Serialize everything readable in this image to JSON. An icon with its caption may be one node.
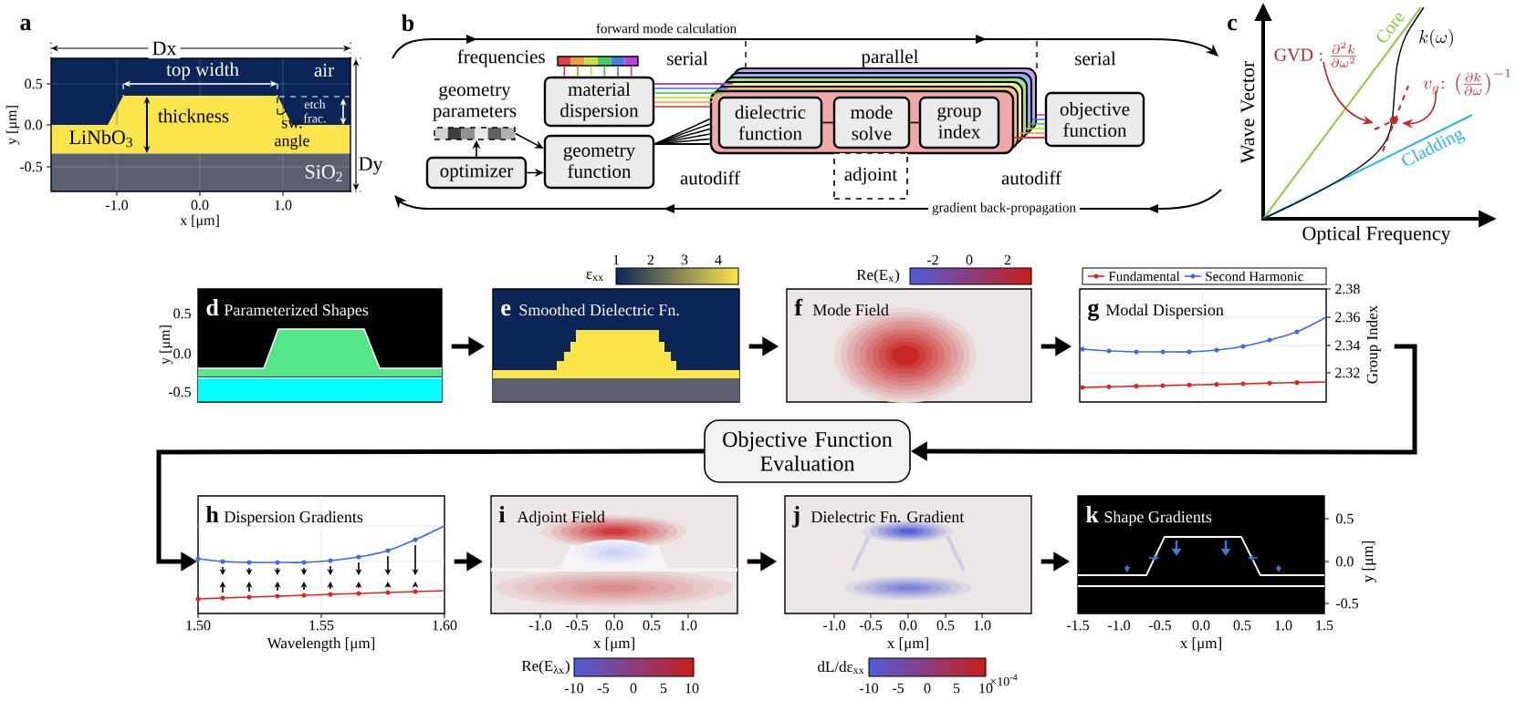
{
  "diagram": {
    "nodes": [
      {
        "text": [
          "geometry parameters"
        ]
      },
      {
        "text": [
          "optimizer"
        ]
      },
      {
        "text": [
          "frequencies"
        ]
      },
      {
        "text": [
          "material dispersion"
        ]
      },
      {
        "text": [
          "geometry function"
        ]
      },
      {
        "text": [],
        "shape": "box"
      },
      {
        "text": [
          "dielectric function"
        ],
        "in": 5
      },
      {
        "text": [
          "mode solve"
        ],
        "in": 5
      },
      {
        "text": [
          "group index"
        ],
        "in": 5
      },
      {
        "text": [
          "objective function"
        ]
      },
      {
        "text": [
          "adjoint"
        ]
      },
      {
        "text": [
          "d",
          "Parameterized Shapes"
        ]
      },
      {
        "text": [
          "e",
          "Smoothed Dielectric Fn."
        ]
      },
      {
        "text": [
          "f",
          "Mode Field"
        ]
      },
      {
        "text": [
          "g",
          "Modal Dispersion"
        ]
      },
      {
        "text": [
          "Objective Function Evaluation"
        ]
      },
      {
        "text": [
          "h",
          "Dispersion Gradients"
        ]
      },
      {
        "text": [
          "i",
          "Adjoint Field"
        ]
      },
      {
        "text": [
          "j",
          "Dielectric Fn. Gradient"
        ]
      },
      {
        "text": [
          "k",
          "Shape Gradients"
        ]
      }
    ],
    "edges": [
      {
        "from": 1,
        "to": 0,
        "arrow": "to"
      },
      {
        "from": 0,
        "to": 4,
        "arrow": "to"
      },
      {
        "from": 1,
        "to": 4,
        "arrow": "to"
      },
      {
        "from": 2,
        "to": 3,
        "arrow": "none",
        "color": "#e8a040"
      },
      {
        "from": 3,
        "to": 5,
        "arrow": "none",
        "color": "#b040e0"
      },
      {
        "from": 4,
        "to": 5,
        "arrow": "none"
      },
      {
        "from": 6,
        "to": 7,
        "arrow": "none"
      },
      {
        "from": 7,
        "to": 8,
        "arrow": "none"
      },
      {
        "from": 5,
        "to": 9,
        "arrow": "none",
        "color": "#e03030"
      },
      {
        "from": 11,
        "to": 12,
        "arrow": "to",
        "style": "thick"
      },
      {
        "from": 12,
        "to": 13,
        "arrow": "to",
        "style": "thick"
      },
      {
        "from": 13,
        "to": 14,
        "arrow": "to",
        "style": "thick"
      },
      {
        "from": 14,
        "to": 15,
        "arrow": "to",
        "style": "thick"
      },
      {
        "from": 15,
        "to": 16,
        "arrow": "to",
        "style": "thick"
      },
      {
        "from": 16,
        "to": 17,
        "arrow": "to",
        "style": "thick"
      },
      {
        "from": 17,
        "to": 18,
        "arrow": "to",
        "style": "thick"
      },
      {
        "from": 18,
        "to": 19,
        "arrow": "to",
        "style": "thick"
      }
    ],
    "labels": [
      "a",
      "Dx",
      "top width",
      "air",
      "thickness",
      "etch frac.",
      "LiNbO$_{3}$",
      "sw. angle",
      "SiO$_{2}$",
      "Dy",
      "0.5",
      "0.0",
      "-0.5",
      "y [μm]",
      "-1.0",
      "0.0",
      "1.0",
      "x [μm]",
      "b",
      "forward mode calculation",
      "serial",
      "parallel",
      "serial",
      "autodiff",
      "autodiff",
      "gradient back-propagation",
      "c",
      "Core",
      "k(\\omega)",
      "\\mathrm{GVD:}\\;\\frac{\\partial^{2}k}{\\partial\\omega^{2}}",
      "v_{g}\\mathrm{:}\\;\\left(\\frac{\\partial k}{\\partial\\omega}\\right)^{-1}",
      "Cladding",
      "Wave Vector",
      "Optical Frequency",
      "0.5",
      "0.0",
      "-0.5",
      "y [μm]",
      "ε$_{xx}$",
      "1",
      "2",
      "3",
      "4",
      "Re(E$_{x}$)",
      "-2",
      "0",
      "2",
      "2.38",
      "2.36",
      "2.34",
      "2.32",
      "Group Index",
      "1.50",
      "1.55",
      "1.60",
      "Wavelength [μm]",
      "-1.0",
      "-0.5",
      "0.0",
      "0.5",
      "1.0",
      "x [μm]",
      "Re(E$_{λx}$)",
      "-10",
      "-5",
      "0",
      "5",
      "10",
      "-1.0",
      "-0.5",
      "0.0",
      "0.5",
      "1.0",
      "x [μm]",
      "dL/dε$_{xx}$",
      "-10",
      "-5",
      "0",
      "5",
      "10",
      "×10$^{-4}$",
      "-1.5",
      "-1.0",
      "-0.5",
      "0.0",
      "0.5",
      "1.0",
      "1.5",
      "x [μm]",
      "0.5",
      "0.0",
      "-0.5",
      "y [μm]"
    ],
    "legend": [
      {
        "text": "Fundamental"
      },
      {
        "text": "Second Harmonic"
      }
    ]
  }
}
